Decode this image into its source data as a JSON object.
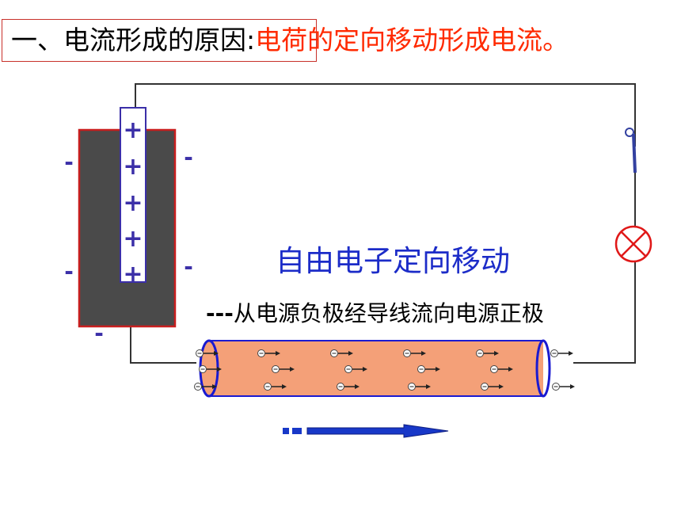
{
  "title": {
    "heading": "一、电流形成的原因",
    "separator": ":",
    "explanation": "电荷的定向移动形成电流。"
  },
  "battery": {
    "plate_signs": [
      "+",
      "+",
      "+",
      "+",
      "+"
    ],
    "outer_signs": [
      "-",
      "-",
      "-",
      "-",
      "-"
    ]
  },
  "labels": {
    "main": "自由电子定向移动",
    "sub_prefix": "---",
    "sub": "从电源负极经导线流向电源正极"
  },
  "electron_symbol": "⊖",
  "colors": {
    "title_red": "#ff2a00",
    "label_blue": "#1c2cc8",
    "plate_border": "#3b2fa8",
    "battery_fill": "#4a4a4a",
    "battery_border": "#c81e1e",
    "conductor_fill": "#f4a078",
    "conductor_edge": "#1a1ad0",
    "arrow_blue": "#1838c8",
    "lamp_red": "#e01818"
  }
}
